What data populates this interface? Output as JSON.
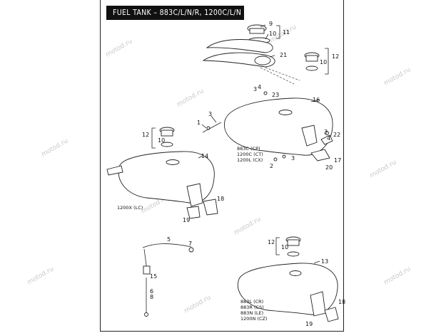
{
  "title": "FUEL TANK – 883C/L/N/R, 1200C/L/N",
  "watermark": "motod.ru",
  "callouts": {
    "c9": "9",
    "c10a": "10",
    "c11": "11",
    "c21": "21",
    "c12a": "12",
    "c10b": "10",
    "c3a": "3",
    "c4a": "4",
    "c23": "23",
    "c16": "16",
    "c1": "1",
    "c3b": "3",
    "c3c": "3",
    "c4b": "4",
    "c22": "22",
    "c2": "2",
    "c3d": "3",
    "c17": "17",
    "c20": "20",
    "c12b": "12",
    "c10c": "10",
    "c14": "14",
    "c18a": "18",
    "c19a": "19",
    "c5": "5",
    "c7": "7",
    "c15": "15",
    "c6": "6",
    "c8": "8",
    "c12c": "12",
    "c10d": "10",
    "c13": "13",
    "c18b": "18",
    "c19b": "19"
  },
  "models": {
    "upper": [
      "883C (CP)",
      "1200C (CT)",
      "1200L (CX)"
    ],
    "middle": [
      "1200X (LC)"
    ],
    "lower": [
      "883L (CR)",
      "883R (CS)",
      "883N (LE)",
      "1200N (CZ)"
    ]
  }
}
